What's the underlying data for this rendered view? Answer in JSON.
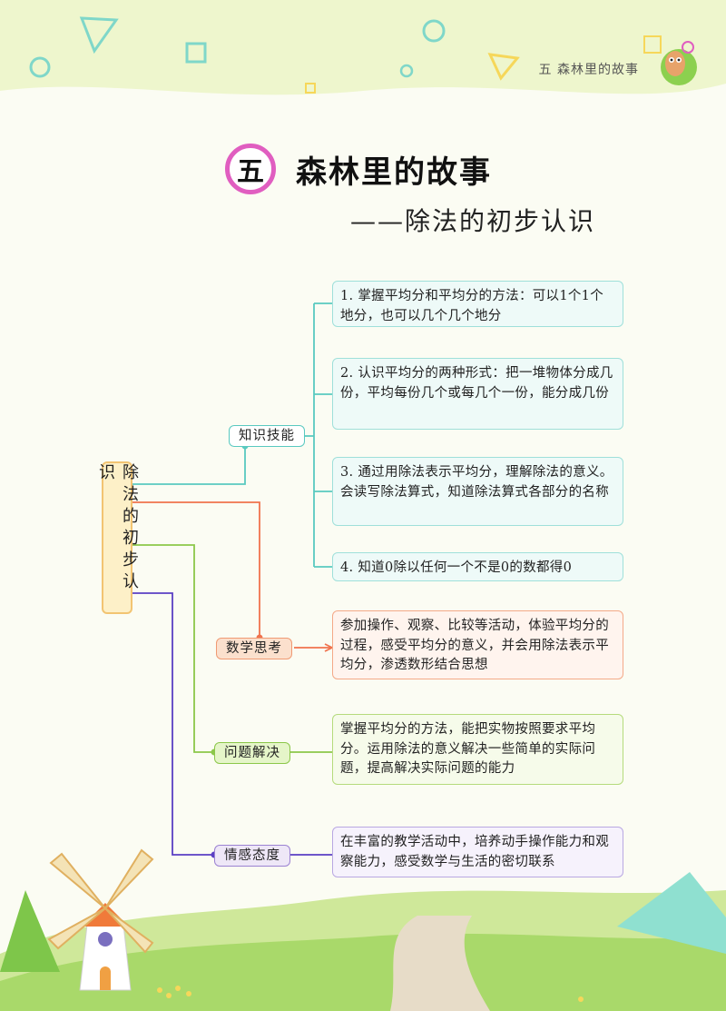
{
  "header": {
    "section": "五   森林里的故事"
  },
  "title": {
    "number": "五",
    "main": "森林里的故事",
    "subtitle": "——除法的初步认识"
  },
  "mindmap": {
    "root": "除法的初步认识",
    "categories": {
      "knowledge": {
        "label": "知识技能",
        "items": [
          "1. 掌握平均分和平均分的方法：可以1个1个地分，也可以几个几个地分",
          "2. 认识平均分的两种形式：把一堆物体分成几份，平均每份几个或每几个一份，能分成几份",
          "3. 通过用除法表示平均分，理解除法的意义。会读写除法算式，知道除法算式各部分的名称",
          "4. 知道0除以任何一个不是0的数都得0"
        ]
      },
      "thinking": {
        "label": "数学思考",
        "text": "参加操作、观察、比较等活动，体验平均分的过程，感受平均分的意义，并会用除法表示平均分，渗透数形结合思想"
      },
      "solving": {
        "label": "问题解决",
        "text": "掌握平均分的方法，能把实物按照要求平均分。运用除法的意义解决一些简单的实际问题，提高解决实际问题的能力"
      },
      "attitude": {
        "label": "情感态度",
        "text": "在丰富的教学活动中，培养动手操作能力和观察能力，感受数学与生活的密切联系"
      }
    }
  },
  "colors": {
    "title_ring": "#e05ec0",
    "knowledge": "#59c9c0",
    "thinking": "#f0734e",
    "solving": "#8cc74a",
    "attitude": "#5a3fc4",
    "root_fill": "#fdf0c8"
  }
}
